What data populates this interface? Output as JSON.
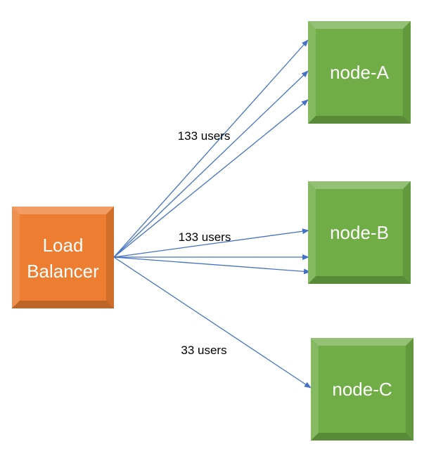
{
  "colors": {
    "balancer": "#ed7d31",
    "node": "#70ad47",
    "arrow": "#4472c4",
    "label": "#000000"
  },
  "balancer": {
    "lines": [
      "Load",
      "Balancer"
    ]
  },
  "nodes": [
    {
      "id": "a",
      "label": "node-A"
    },
    {
      "id": "b",
      "label": "node-B"
    },
    {
      "id": "c",
      "label": "node-C"
    }
  ],
  "edges": [
    {
      "target": "a",
      "arrows": 3,
      "label": "133 users"
    },
    {
      "target": "b",
      "arrows": 3,
      "label": "133 users"
    },
    {
      "target": "c",
      "arrows": 1,
      "label": "33 users"
    }
  ]
}
